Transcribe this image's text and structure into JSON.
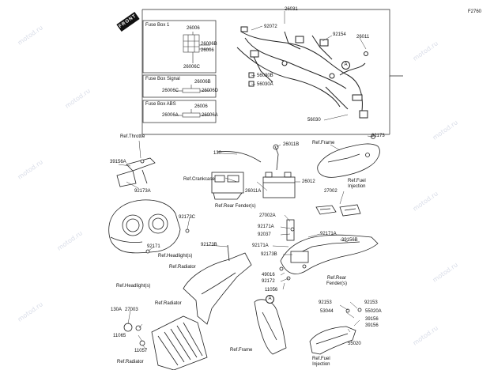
{
  "figure_code": "F2760",
  "front_badge": "FRONT",
  "circle_marker": "A",
  "boxes": {
    "fuse_box_1": {
      "title": "Fuse Box 1",
      "parts": [
        "26006",
        "26006B",
        "26006",
        "26006C"
      ]
    },
    "fuse_box_signal": {
      "title": "Fuse Box Signal",
      "parts": [
        "26006B",
        "26006C",
        "26006D"
      ]
    },
    "fuse_box_abs": {
      "title": "Fuse Box ABS",
      "parts": [
        "26006",
        "26006A",
        "26006A"
      ]
    }
  },
  "labels": {
    "p26031": "26031",
    "p92072": "92072",
    "p92154": "92154",
    "p26011": "26011",
    "p56030B": "56030B",
    "p56030A": "56030A",
    "p56030": "56030",
    "ref_throttle": "Ref.Throttle",
    "p39156A": "39156A",
    "p92173A": "92173A",
    "p130": "130",
    "p26011B": "26011B",
    "ref_frame_top": "Ref.Frame",
    "p92173": "92173",
    "ref_crankcase": "Ref.Crankcase",
    "p26011A": "26011A",
    "p26012": "26012",
    "ref_fuel_inj_top": "Ref.Fuel\nInjection",
    "p27002": "27002",
    "ref_rear_fender_top": "Ref.Rear Fender(s)",
    "p27002A": "27002A",
    "p92173C": "92173C",
    "p92171A_a": "92171A",
    "p92037": "92037",
    "p92171A_b": "92171A",
    "p39156B": "39156B",
    "p92171": "92171",
    "p92173B_a": "92173B",
    "p92171A_c": "92171A",
    "p92173B_b": "92173B",
    "ref_headlight_a": "Ref.Headlight(s)",
    "ref_radiator_a": "Ref.Radiator",
    "p49016": "49016",
    "p92172": "92172",
    "p11056": "11056",
    "ref_rear_fender_b": "Ref.Rear\nFender(s)",
    "ref_headlight_b": "Ref.Headlight(s)",
    "ref_radiator_b": "Ref.Radiator",
    "p130A": "130A",
    "p27003": "27003",
    "p92153_a": "92153",
    "p92153_b": "92153",
    "p53044": "53044",
    "p55020A": "55020A",
    "p39156_a": "39156",
    "p39156_b": "39156",
    "p11065": "11065",
    "p11057": "11057",
    "p55020": "55020",
    "ref_frame_b": "Ref.Frame",
    "ref_fuel_inj_b": "Ref.Fuel\nInjection",
    "ref_radiator_c": "Ref.Radiator"
  },
  "watermark": "motod.ru"
}
